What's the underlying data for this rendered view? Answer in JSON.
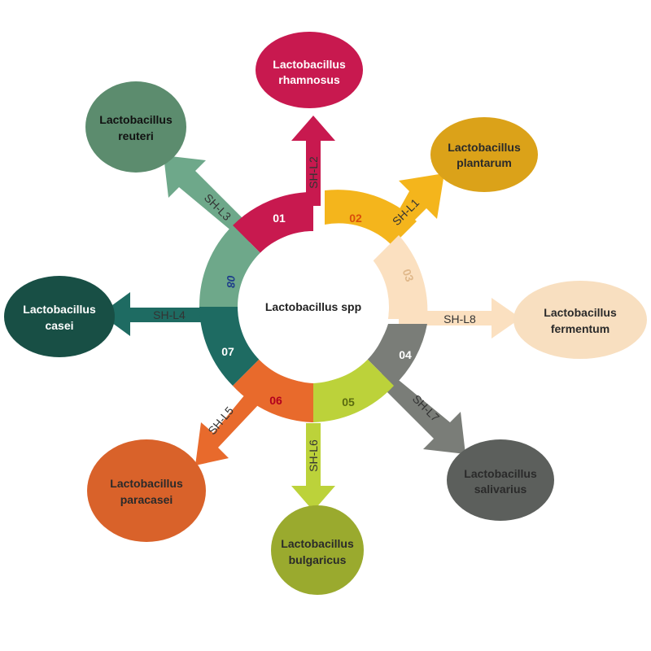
{
  "center": {
    "label": "Lactobacillus spp"
  },
  "segments": [
    {
      "num": "01",
      "color": "#c8194f",
      "num_color": "#ffffff"
    },
    {
      "num": "02",
      "color": "#f4b51c",
      "num_color": "#d94f0a"
    },
    {
      "num": "03",
      "color": "#fbe0c0",
      "num_color": "#e0b88a"
    },
    {
      "num": "04",
      "color": "#7a7d78",
      "num_color": "#ffffff"
    },
    {
      "num": "05",
      "color": "#bcd23a",
      "num_color": "#5a6b10"
    },
    {
      "num": "06",
      "color": "#e86a2c",
      "num_color": "#b2001e"
    },
    {
      "num": "07",
      "color": "#1e6b62",
      "num_color": "#ffffff"
    },
    {
      "num": "08",
      "color": "#6ea88a",
      "num_color": "#1f3f8a"
    }
  ],
  "arrows": [
    {
      "label": "SH-L2",
      "color": "#c8194f"
    },
    {
      "label": "SH-L1",
      "color": "#f4b51c"
    },
    {
      "label": "SH-L8",
      "color": "#fbe0c0"
    },
    {
      "label": "SH-L7",
      "color": "#7a7d78"
    },
    {
      "label": "SH-L6",
      "color": "#bcd23a"
    },
    {
      "label": "SH-L5",
      "color": "#e86a2c"
    },
    {
      "label": "SH-L4",
      "color": "#1e6b62"
    },
    {
      "label": "SH-L3",
      "color": "#6ea88a"
    }
  ],
  "nodes": [
    {
      "line1": "Lactobacillus",
      "line2": "rhamnosus",
      "color": "#c8194f",
      "text_color": "#ffffff"
    },
    {
      "line1": "Lactobacillus",
      "line2": "plantarum",
      "color": "#dba219",
      "text_color": "#2a2a2a"
    },
    {
      "line1": "Lactobacillus",
      "line2": "fermentum",
      "color": "#f8dfc0",
      "text_color": "#2a2a2a"
    },
    {
      "line1": "Lactobacillus",
      "line2": "salivarius",
      "color": "#5c5f5c",
      "text_color": "#2a2a2a"
    },
    {
      "line1": "Lactobacillus",
      "line2": "bulgaricus",
      "color": "#9aaa2e",
      "text_color": "#2a2a2a"
    },
    {
      "line1": "Lactobacillus",
      "line2": "paracasei",
      "color": "#d9622a",
      "text_color": "#2a2a2a"
    },
    {
      "line1": "Lactobacillus",
      "line2": "casei",
      "color": "#184f45",
      "text_color": "#ffffff"
    },
    {
      "line1": "Lactobacillus",
      "line2": "reuteri",
      "color": "#5c8c6e",
      "text_color": "#111111"
    }
  ]
}
